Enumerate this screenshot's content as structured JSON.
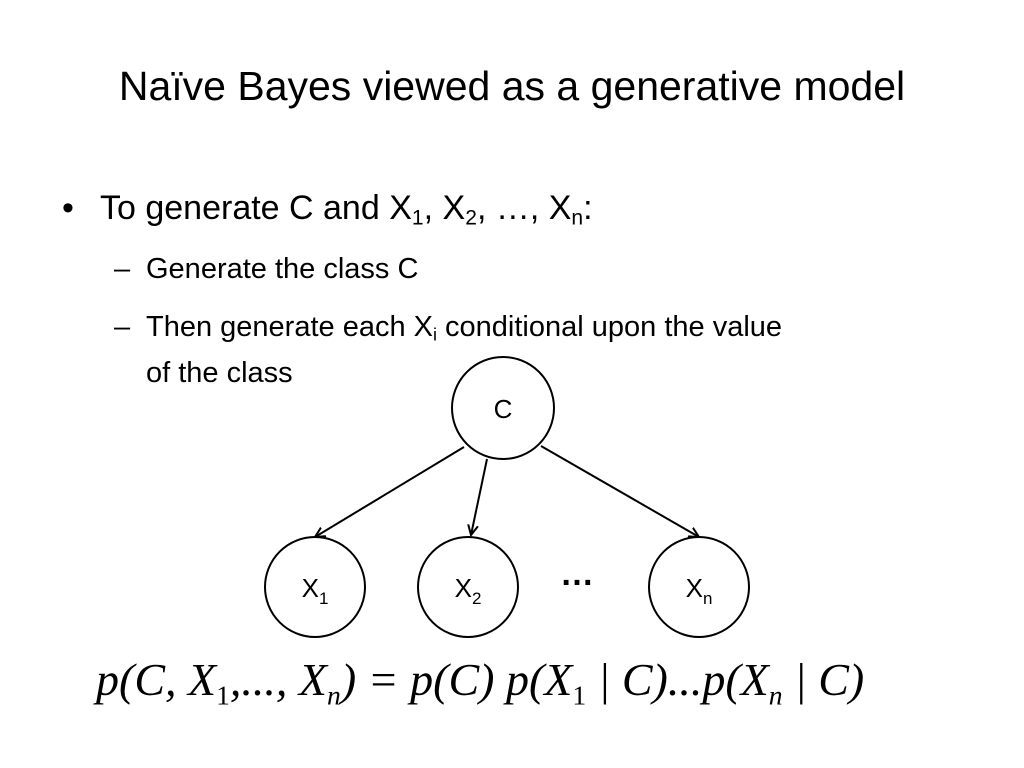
{
  "slide": {
    "title": "Naïve Bayes viewed as a generative model",
    "bullet": {
      "marker": "•",
      "text_prefix": "To generate C and X",
      "s1": "1",
      "sep1": ", X",
      "s2": "2",
      "sep2": ", …, X",
      "sn": "n",
      "suffix": ":"
    },
    "subbullets": [
      {
        "marker": "–",
        "line1": "Generate the class C"
      },
      {
        "marker": "–",
        "line1_prefix": "Then generate each X",
        "line1_sub": "i",
        "line1_suffix": " conditional upon the value",
        "line2": "of the class"
      }
    ]
  },
  "diagram": {
    "root": {
      "label": "C"
    },
    "children": [
      {
        "label": "X",
        "sub": "1"
      },
      {
        "label": "X",
        "sub": "2"
      },
      {
        "label": "X",
        "sub": "n"
      }
    ],
    "ellipsis": "…",
    "edge_color": "#000000"
  },
  "formula": {
    "lhs": "p(C, X",
    "lhs_s1": "1",
    "lhs_mid": ",..., X",
    "lhs_sn": "n",
    "lhs_end": ") = p(C) p(X",
    "r_s1": "1",
    "r_mid": " | C)...p(X",
    "r_sn": "n",
    "r_end": " | C)"
  }
}
